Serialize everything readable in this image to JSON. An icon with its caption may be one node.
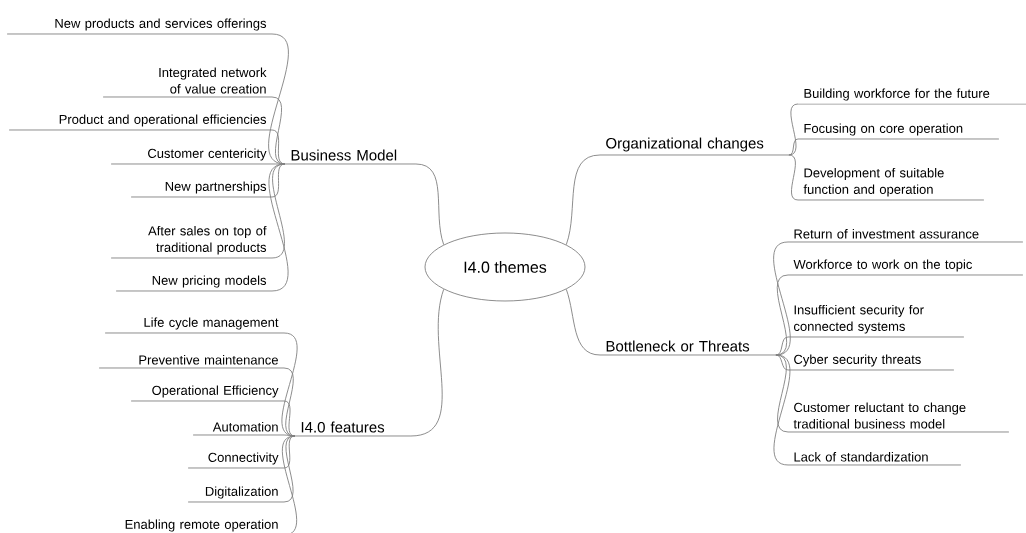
{
  "diagram": {
    "nodes": [
      {
        "text": [
          "I4.0 themes"
        ]
      },
      {
        "text": [
          "Business Model"
        ]
      },
      {
        "text": [
          "New products and services offerings"
        ]
      },
      {
        "text": [
          "Integrated network of value creation"
        ]
      },
      {
        "text": [
          "Product and operational efficiencies"
        ]
      },
      {
        "text": [
          "Customer centericity"
        ]
      },
      {
        "text": [
          "New partnerships"
        ]
      },
      {
        "text": [
          "After sales on top of traditional products"
        ]
      },
      {
        "text": [
          "New pricing models"
        ]
      },
      {
        "text": [
          "Organizational changes"
        ]
      },
      {
        "text": [
          "Building workforce for the future"
        ]
      },
      {
        "text": [
          "Focusing on core operation"
        ]
      },
      {
        "text": [
          "Development of suitable function and operation"
        ]
      },
      {
        "text": [
          "Bottleneck or Threats"
        ]
      },
      {
        "text": [
          "Return of investment assurance"
        ]
      },
      {
        "text": [
          "Workforce to work on the topic"
        ]
      },
      {
        "text": [
          "Insufficient security for connected systems"
        ]
      },
      {
        "text": [
          "Cyber security threats"
        ]
      },
      {
        "text": [
          "Customer reluctant to change traditional business model"
        ]
      },
      {
        "text": [
          "Lack of standardization"
        ]
      },
      {
        "text": [
          "I4.0 features"
        ]
      },
      {
        "text": [
          "Life cycle management"
        ]
      },
      {
        "text": [
          "Preventive maintenance"
        ]
      },
      {
        "text": [
          "Operational Efficiency"
        ]
      },
      {
        "text": [
          "Automation"
        ]
      },
      {
        "text": [
          "Connectivity"
        ]
      },
      {
        "text": [
          "Digitalization"
        ]
      },
      {
        "text": [
          "Enabling remote operation"
        ]
      }
    ],
    "edges": [
      {
        "from": 0,
        "to": 1,
        "arrow": "none"
      },
      {
        "from": 1,
        "to": 2,
        "arrow": "none"
      },
      {
        "from": 1,
        "to": 3,
        "arrow": "none"
      },
      {
        "from": 1,
        "to": 4,
        "arrow": "none"
      },
      {
        "from": 1,
        "to": 5,
        "arrow": "none"
      },
      {
        "from": 1,
        "to": 6,
        "arrow": "none"
      },
      {
        "from": 1,
        "to": 7,
        "arrow": "none"
      },
      {
        "from": 1,
        "to": 8,
        "arrow": "none"
      },
      {
        "from": 0,
        "to": 9,
        "arrow": "none"
      },
      {
        "from": 9,
        "to": 10,
        "arrow": "none"
      },
      {
        "from": 9,
        "to": 11,
        "arrow": "none"
      },
      {
        "from": 9,
        "to": 12,
        "arrow": "none"
      },
      {
        "from": 0,
        "to": 13,
        "arrow": "none"
      },
      {
        "from": 13,
        "to": 14,
        "arrow": "none"
      },
      {
        "from": 13,
        "to": 15,
        "arrow": "none"
      },
      {
        "from": 13,
        "to": 16,
        "arrow": "none"
      },
      {
        "from": 13,
        "to": 17,
        "arrow": "none"
      },
      {
        "from": 13,
        "to": 18,
        "arrow": "none"
      },
      {
        "from": 13,
        "to": 19,
        "arrow": "none"
      },
      {
        "from": 0,
        "to": 20,
        "arrow": "none"
      },
      {
        "from": 20,
        "to": 21,
        "arrow": "none"
      },
      {
        "from": 20,
        "to": 22,
        "arrow": "none"
      },
      {
        "from": 20,
        "to": 23,
        "arrow": "none"
      },
      {
        "from": 20,
        "to": 24,
        "arrow": "none"
      },
      {
        "from": 20,
        "to": 25,
        "arrow": "none"
      },
      {
        "from": 20,
        "to": 26,
        "arrow": "none"
      },
      {
        "from": 20,
        "to": 27,
        "arrow": "none"
      }
    ]
  }
}
